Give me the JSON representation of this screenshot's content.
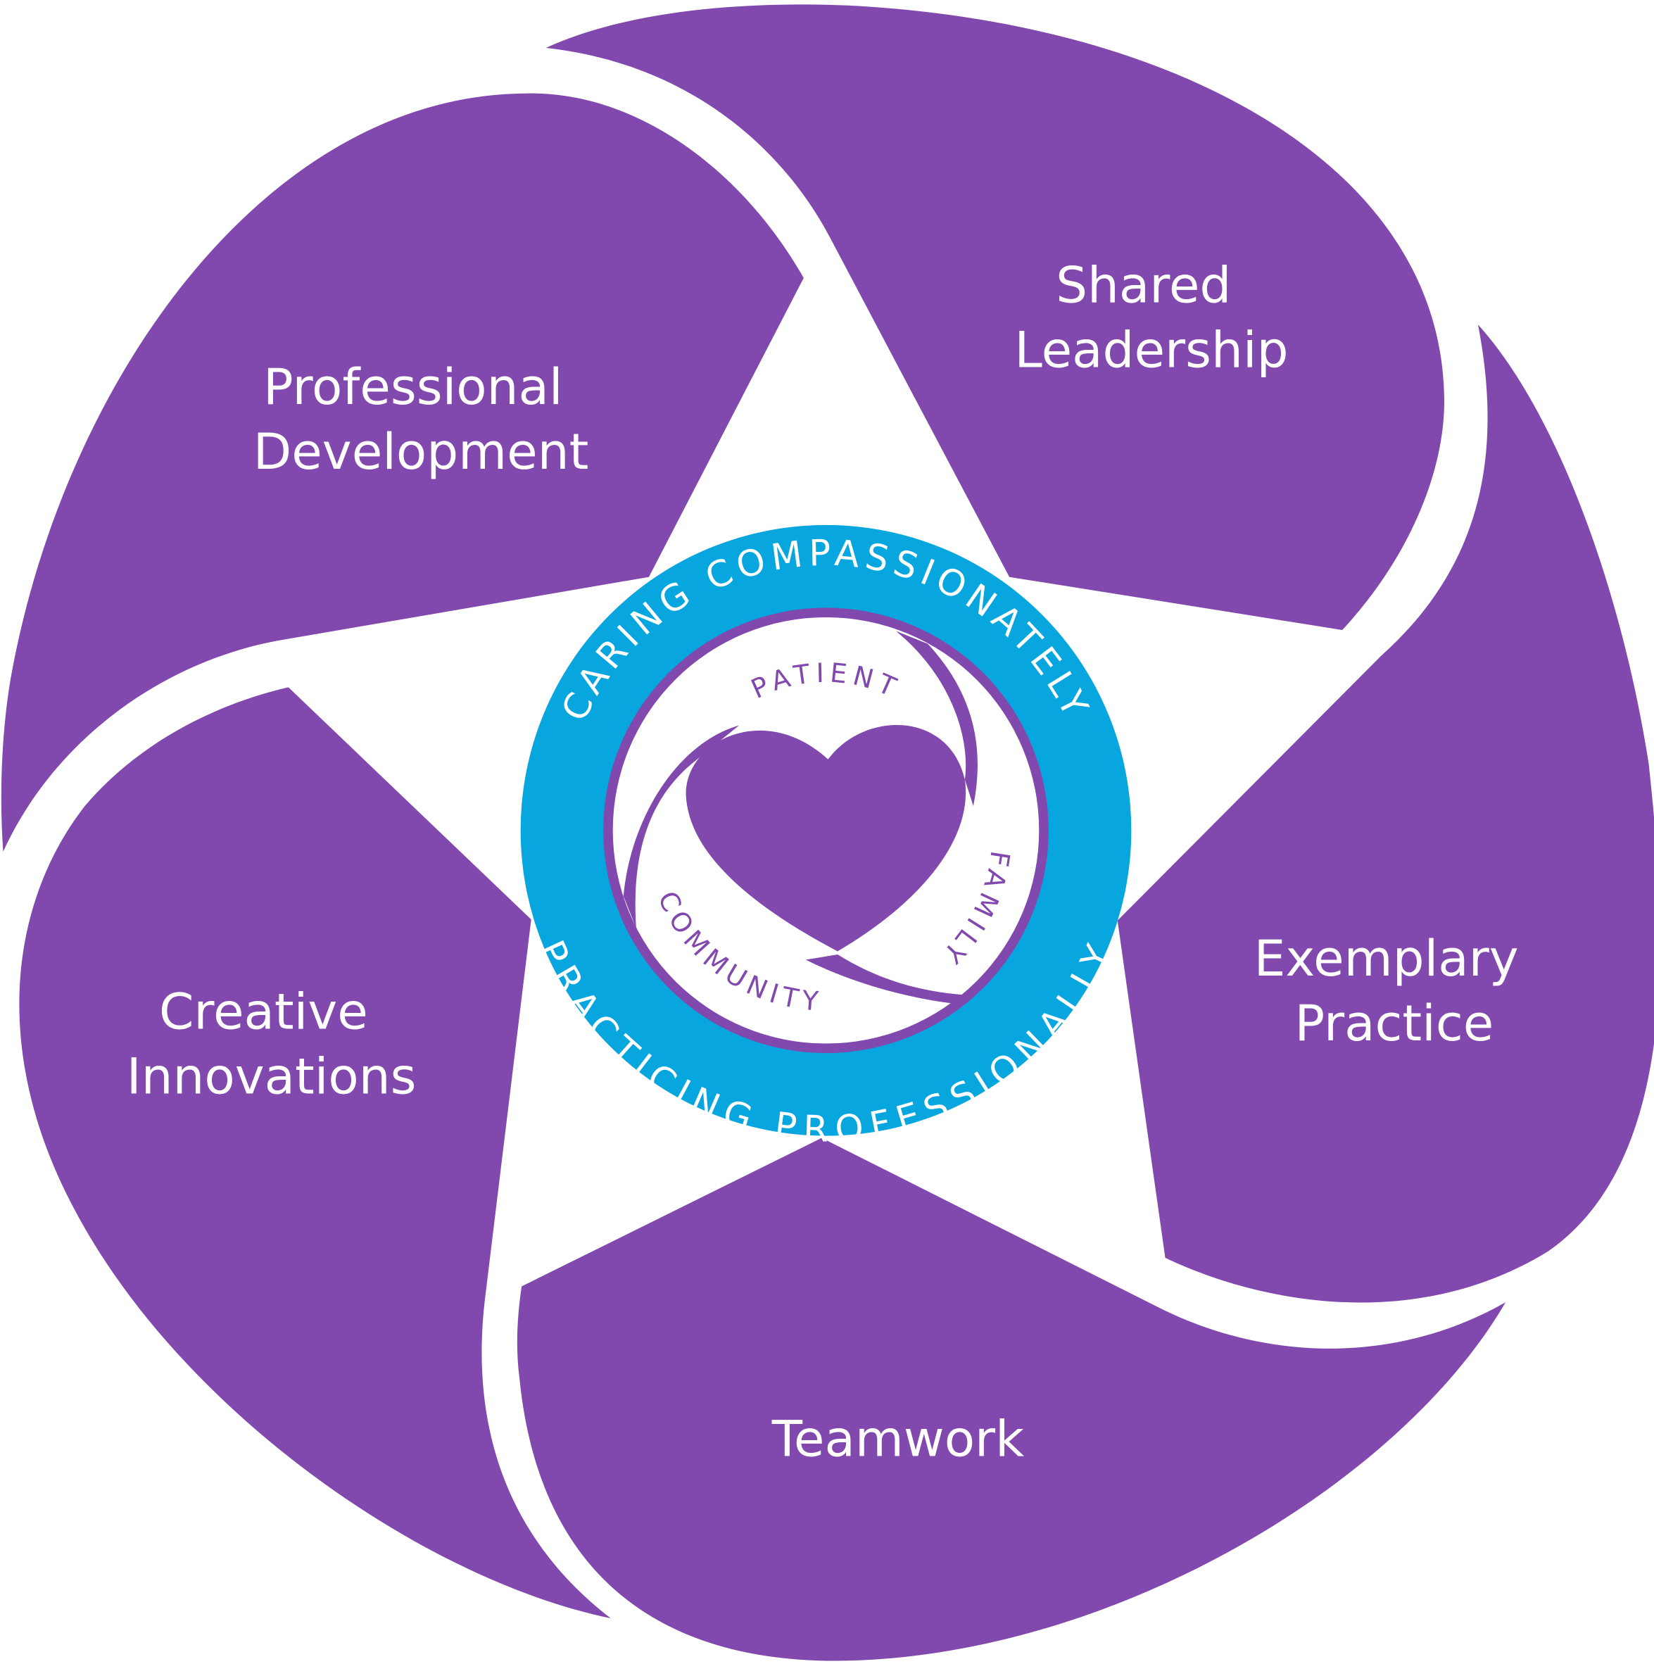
{
  "colors": {
    "purple": "#8148ad",
    "blue": "#07a6df",
    "white": "#ffffff"
  },
  "petals": [
    {
      "id": "shared-leadership",
      "lines": [
        "Shared",
        "Leadership"
      ]
    },
    {
      "id": "exemplary-practice",
      "lines": [
        "Exemplary",
        "Practice"
      ]
    },
    {
      "id": "teamwork",
      "lines": [
        "Teamwork"
      ]
    },
    {
      "id": "creative-innovations",
      "lines": [
        "Creative",
        "Innovations"
      ]
    },
    {
      "id": "professional-development",
      "lines": [
        "Professional",
        "Development"
      ]
    }
  ],
  "ring": {
    "top_text": "CARING COMPASSIONATELY",
    "bottom_text": "PRACTICING PROFESSIONALLY"
  },
  "inner": {
    "patient": "PATIENT",
    "family": "FAMILY",
    "community": "COMMUNITY",
    "icon": "heart-icon"
  }
}
